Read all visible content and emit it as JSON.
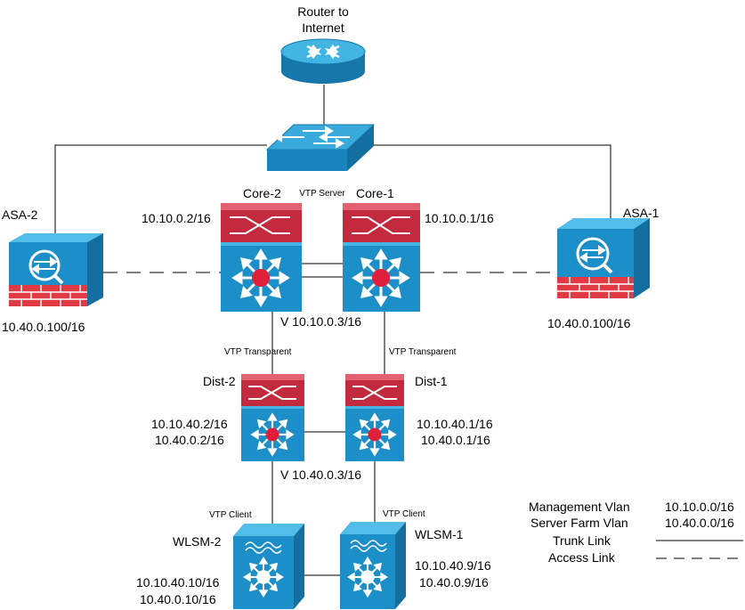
{
  "colors": {
    "router_blue": "#2f9fd2",
    "switch_blue": "#1c8fc8",
    "module_red": "#c0283c",
    "firewall_red": "#d8333f",
    "hub_red": "#e0203a",
    "line": "#000000"
  },
  "router": {
    "label_line1": "Router to",
    "label_line2": "Internet"
  },
  "core2": {
    "name": "Core-2",
    "ip": "10.10.0.2/16"
  },
  "core1": {
    "name": "Core-1",
    "ip": "10.10.0.1/16"
  },
  "vtp_server": "VTP Server",
  "core_vip": "V 10.10.0.3/16",
  "asa2": {
    "name": "ASA-2",
    "ip": "10.40.0.100/16"
  },
  "asa1": {
    "name": "ASA-1",
    "ip": "10.40.0.100/16"
  },
  "vtp_transparent_left": "VTP Transparent",
  "vtp_transparent_right": "VTP Transparent",
  "dist2": {
    "name": "Dist-2",
    "ip1": "10.10.40.2/16",
    "ip2": "10.40.0.2/16"
  },
  "dist1": {
    "name": "Dist-1",
    "ip1": "10.10.40.1/16",
    "ip2": "10.40.0.1/16"
  },
  "dist_vip": "V 10.40.0.3/16",
  "vtp_client_left": "VTP Client",
  "vtp_client_right": "VTP Client",
  "wlsm2": {
    "name": "WLSM-2",
    "ip1": "10.10.40.10/16",
    "ip2": "10.40.0.10/16"
  },
  "wlsm1": {
    "name": "WLSM-1",
    "ip1": "10.10.40.9/16",
    "ip2": "10.40.0.9/16"
  },
  "legend": {
    "management_label": "Management Vlan",
    "management_value": "10.10.0.0/16",
    "server_farm_label": "Server Farm Vlan",
    "server_farm_value": "10.40.0.0/16",
    "trunk_label": "Trunk Link",
    "access_label": "Access Link"
  }
}
